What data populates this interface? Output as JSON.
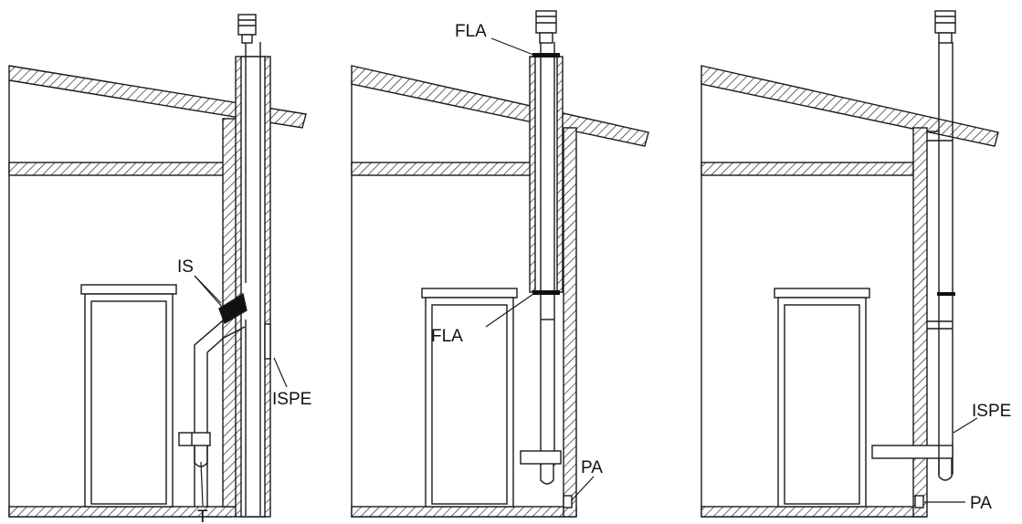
{
  "panels": [
    {
      "id": "left",
      "labels": {
        "is": "IS",
        "ispe": "ISPE",
        "t": "T"
      }
    },
    {
      "id": "middle",
      "labels": {
        "fla_top": "FLA",
        "fla_mid": "FLA",
        "pa": "PA"
      }
    },
    {
      "id": "right",
      "labels": {
        "ispe": "ISPE",
        "pa": "PA"
      }
    }
  ],
  "colors": {
    "line": "#1a1a1a",
    "hatch": "#1a1a1a",
    "fill": "#ffffff",
    "band": "#111111"
  }
}
